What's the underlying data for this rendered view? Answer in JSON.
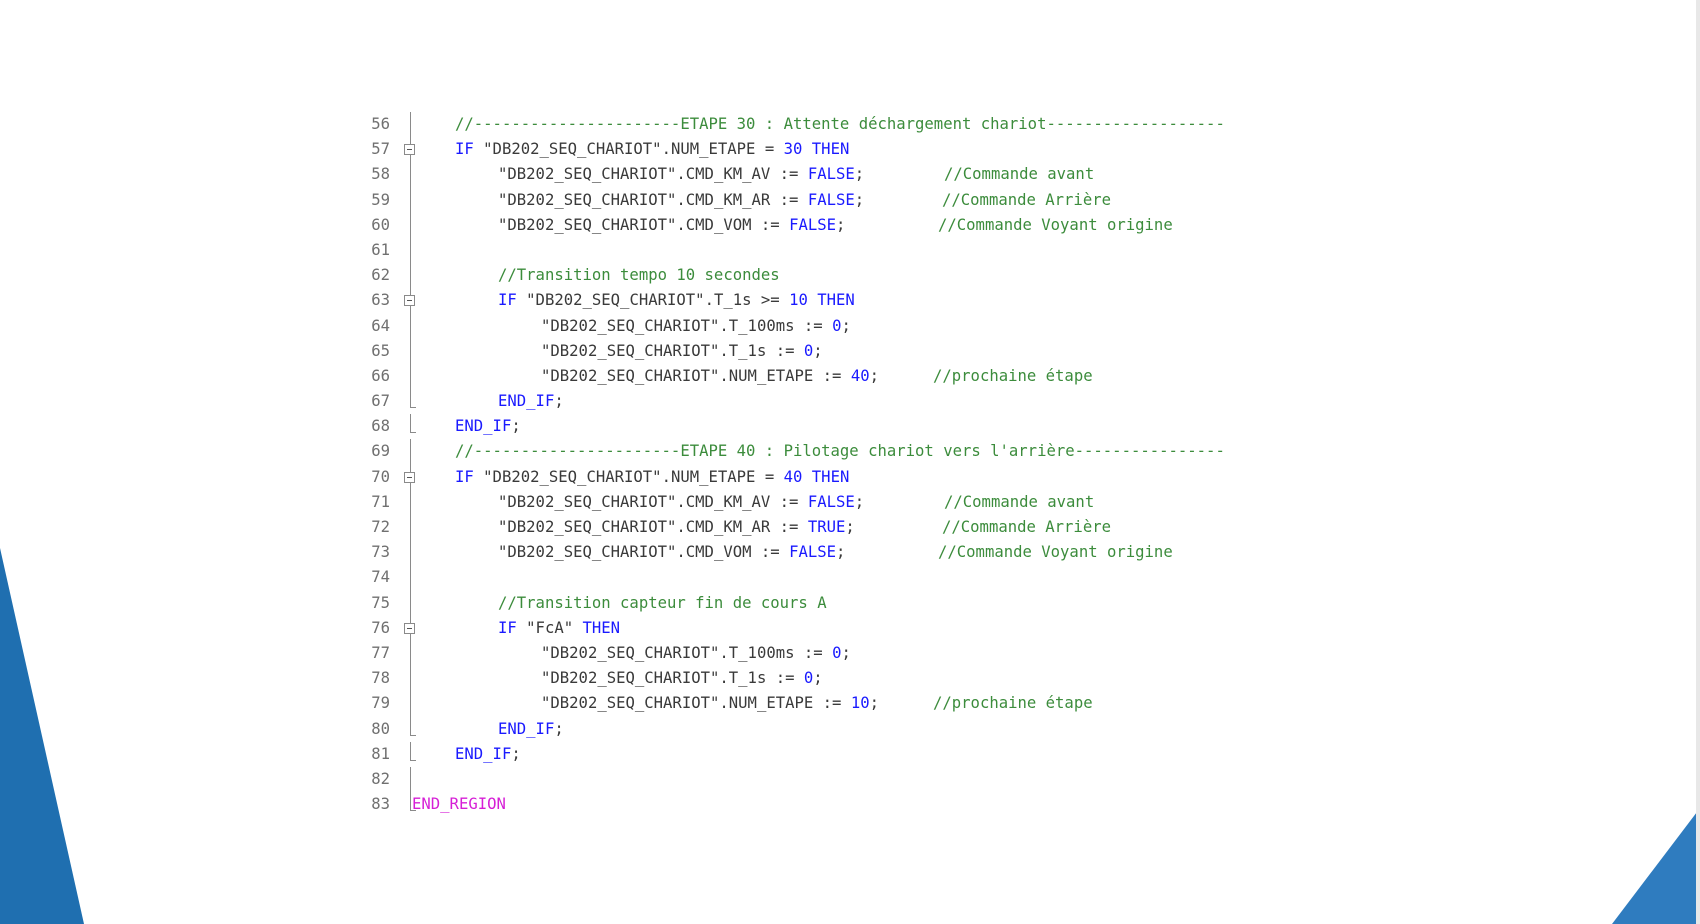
{
  "colors": {
    "keyword": "#1a1aff",
    "comment": "#3c8c3c",
    "region": "#d61fd6",
    "text": "#3a3a3a",
    "decoration": "#1f6fb0"
  },
  "code_lines": [
    {
      "n": "56",
      "text": "//----------------------ETAPE 30 : Attente déchargement chariot-------------------"
    },
    {
      "n": "57",
      "text": "IF \"DB202_SEQ_CHARIOT\".NUM_ETAPE = 30 THEN"
    },
    {
      "n": "58",
      "text": "\"DB202_SEQ_CHARIOT\".CMD_KM_AV := FALSE;",
      "comment": "//Commande avant"
    },
    {
      "n": "59",
      "text": "\"DB202_SEQ_CHARIOT\".CMD_KM_AR := FALSE;",
      "comment": "//Commande Arrière"
    },
    {
      "n": "60",
      "text": "\"DB202_SEQ_CHARIOT\".CMD_VOM := FALSE;",
      "comment": "//Commande Voyant origine"
    },
    {
      "n": "61",
      "text": ""
    },
    {
      "n": "62",
      "text": "//Transition tempo 10 secondes"
    },
    {
      "n": "63",
      "text": "IF \"DB202_SEQ_CHARIOT\".T_1s >= 10 THEN"
    },
    {
      "n": "64",
      "text": "\"DB202_SEQ_CHARIOT\".T_100ms := 0;"
    },
    {
      "n": "65",
      "text": "\"DB202_SEQ_CHARIOT\".T_1s := 0;"
    },
    {
      "n": "66",
      "text": "\"DB202_SEQ_CHARIOT\".NUM_ETAPE := 40;",
      "comment": "//prochaine étape"
    },
    {
      "n": "67",
      "text": "END_IF;"
    },
    {
      "n": "68",
      "text": "END_IF;"
    },
    {
      "n": "69",
      "text": "//----------------------ETAPE 40 : Pilotage chariot vers l'arrière----------------"
    },
    {
      "n": "70",
      "text": "IF \"DB202_SEQ_CHARIOT\".NUM_ETAPE = 40 THEN"
    },
    {
      "n": "71",
      "text": "\"DB202_SEQ_CHARIOT\".CMD_KM_AV := FALSE;",
      "comment": "//Commande avant"
    },
    {
      "n": "72",
      "text": "\"DB202_SEQ_CHARIOT\".CMD_KM_AR := TRUE;",
      "comment": "//Commande Arrière"
    },
    {
      "n": "73",
      "text": "\"DB202_SEQ_CHARIOT\".CMD_VOM := FALSE;",
      "comment": "//Commande Voyant origine"
    },
    {
      "n": "74",
      "text": ""
    },
    {
      "n": "75",
      "text": "//Transition capteur fin de cours A"
    },
    {
      "n": "76",
      "text": "IF \"FcA\" THEN"
    },
    {
      "n": "77",
      "text": "\"DB202_SEQ_CHARIOT\".T_100ms := 0;"
    },
    {
      "n": "78",
      "text": "\"DB202_SEQ_CHARIOT\".T_1s := 0;"
    },
    {
      "n": "79",
      "text": "\"DB202_SEQ_CHARIOT\".NUM_ETAPE := 10;",
      "comment": "//prochaine étape"
    },
    {
      "n": "80",
      "text": "END_IF;"
    },
    {
      "n": "81",
      "text": "END_IF;"
    },
    {
      "n": "82",
      "text": ""
    },
    {
      "n": "83",
      "text": "END_REGION"
    }
  ]
}
